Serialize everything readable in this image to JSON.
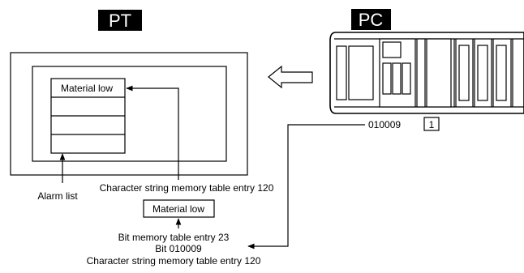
{
  "labels": {
    "pt": "PT",
    "pc": "PC",
    "alarm_item": "Material low",
    "alarm_list": "Alarm list",
    "char_entry": "Character string memory table entry 120",
    "material_box": "Material low",
    "bit_entry": "Bit memory table entry 23",
    "bit_address": "Bit 010009",
    "char_entry_2": "Character string memory table entry 120",
    "bit_number": "010009",
    "bit_value": "1"
  },
  "colors": {
    "line": "#000000",
    "label_bg": "#000000",
    "label_fg": "#ffffff",
    "plc_fill": "#ffffff"
  },
  "icons": [
    "left-arrow-icon",
    "plc-unit-icon"
  ]
}
